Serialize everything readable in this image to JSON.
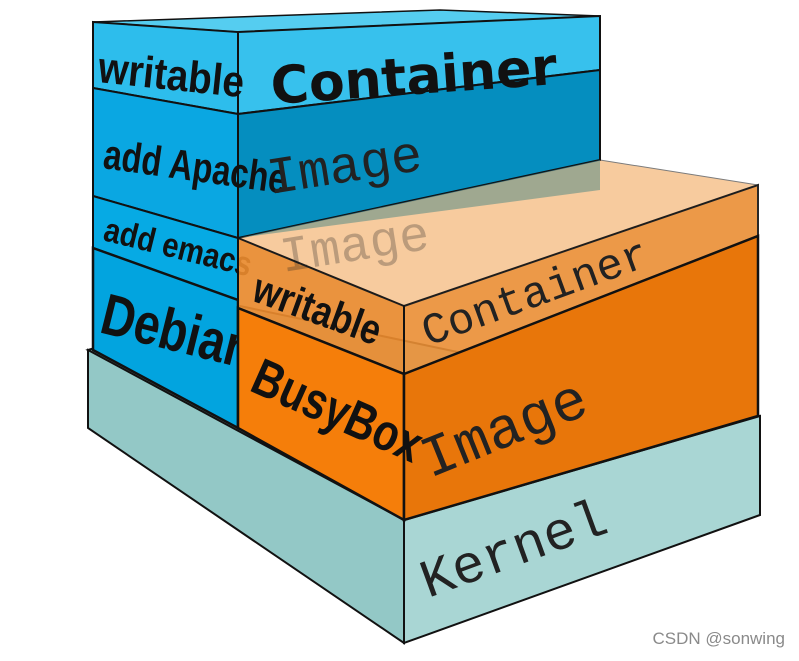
{
  "colors": {
    "blue_face": "#00a3e0",
    "blue_top": "#38c3ee",
    "blue_mid": "#058ebf",
    "orange_face": "#e8760a",
    "orange_top": "#ec8c2e",
    "kernel_face": "#a9d6d4",
    "kernel_side": "#93c8c6",
    "outline": "#111111"
  },
  "stack_blue": {
    "writable_label": "writable",
    "container_label": "Container",
    "apache_label": "add Apache",
    "image_label": "Image",
    "emacs_label": "add emacs",
    "ghost_image_label": "Image",
    "debian_label": "Debian"
  },
  "stack_orange": {
    "writable_label": "writable",
    "container_label": "Container",
    "busybox_label": "BusyBox",
    "image_label": "Image"
  },
  "kernel": {
    "label": "Kernel"
  },
  "watermark": "CSDN @sonwing"
}
